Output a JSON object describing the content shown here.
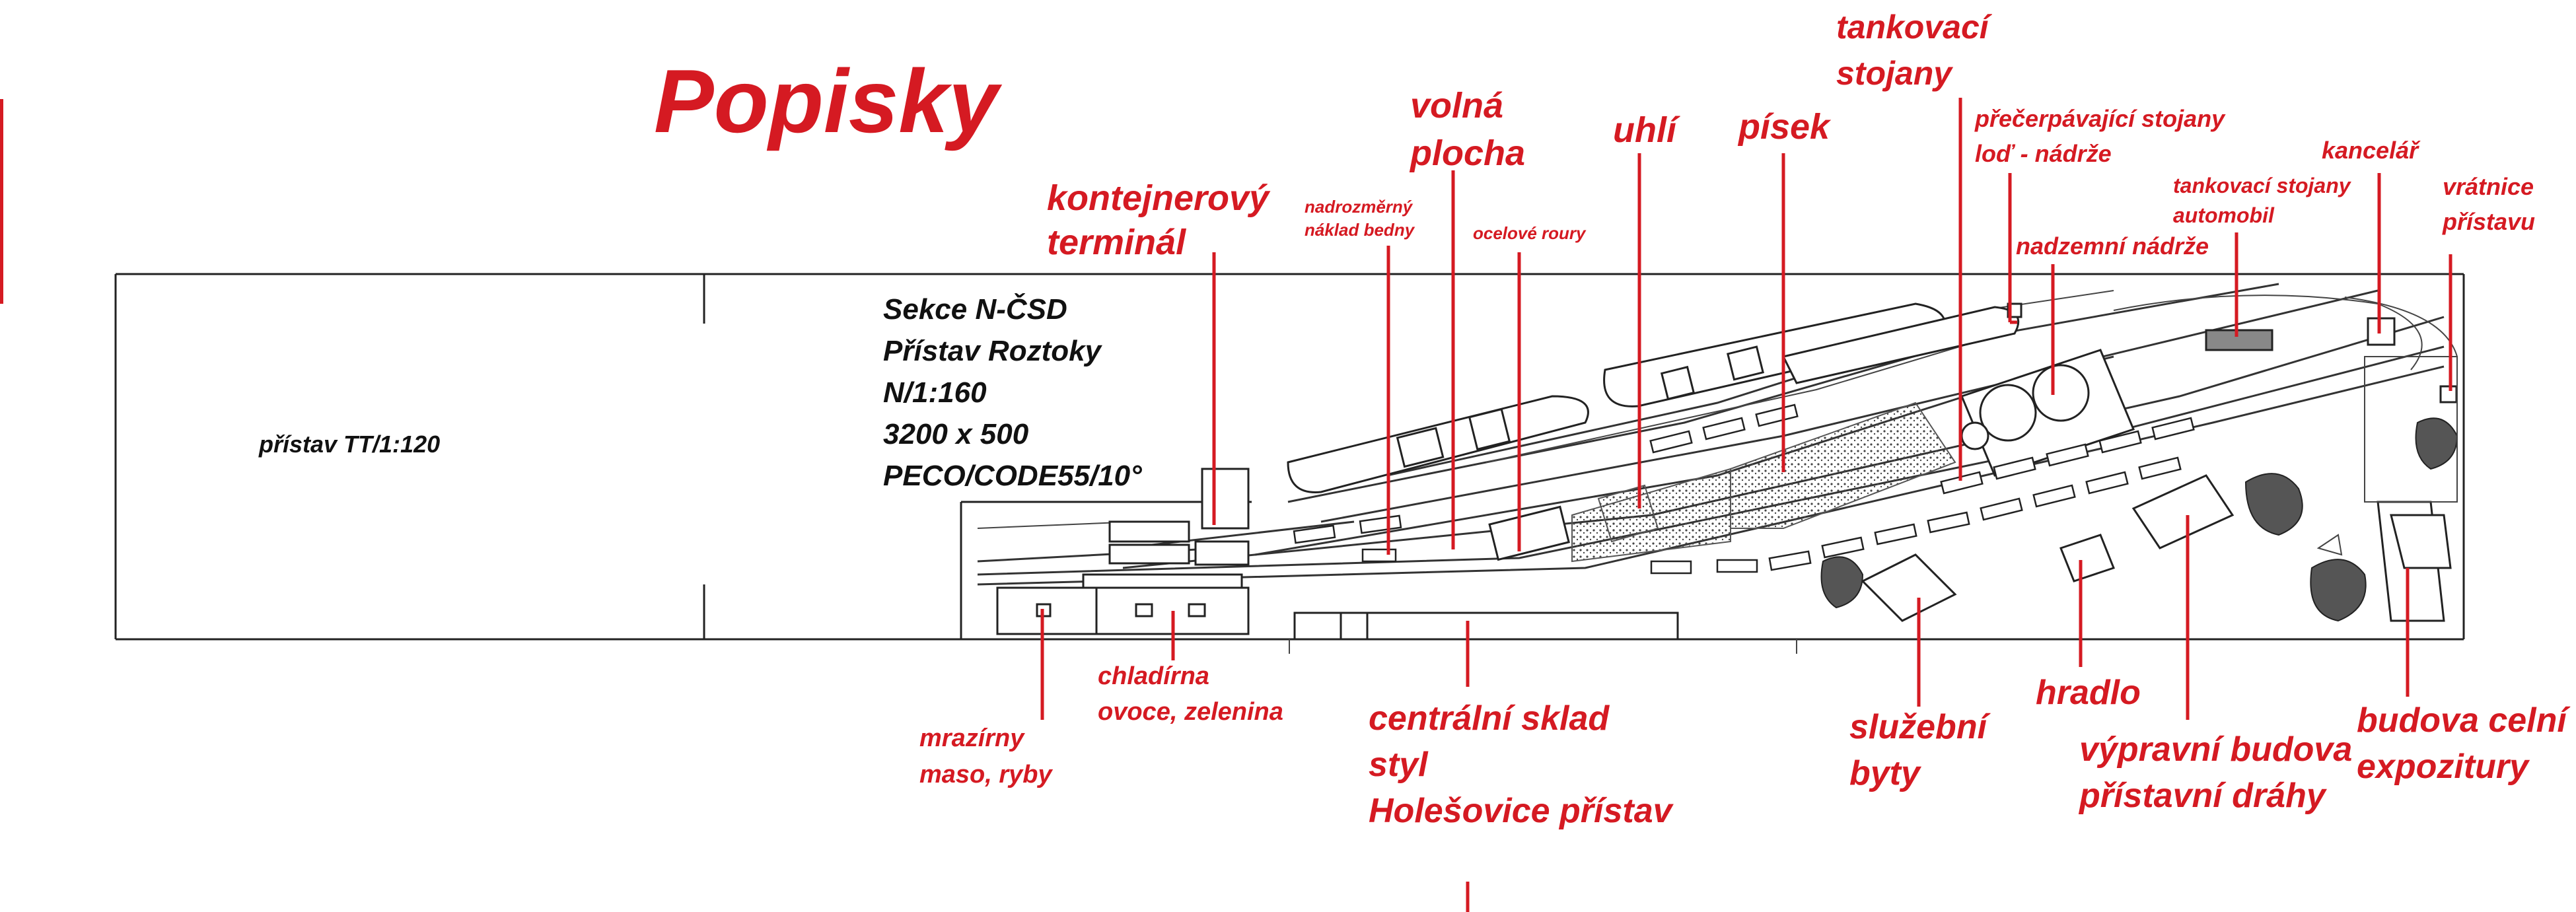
{
  "title": "Popisky",
  "section_info": {
    "line1": "Sekce N-ČSD",
    "line2": "Přístav Roztoky",
    "line3": "N/1:160",
    "line4": "3200 x 500",
    "line5": "PECO/CODE55/10°"
  },
  "left_module_label": "přístav TT/1:120",
  "labels": {
    "kontejnerovy_1": "kontejnerový",
    "kontejnerovy_2": "terminál",
    "nadrozmerny_1": "nadrozměrný",
    "nadrozmerny_2": "náklad bedny",
    "volna_1": "volná",
    "volna_2": "plocha",
    "ocelove": "ocelové roury",
    "uhli": "uhlí",
    "pisek": "písek",
    "tankovaci_1": "tankovací",
    "tankovaci_2": "stojany",
    "precerpavaci_1": "přečerpávající stojany",
    "precerpavaci_2": "loď - nádrže",
    "nadzemni": "nadzemní nádrže",
    "tank_auto_1": "tankovací stojany",
    "tank_auto_2": "automobil",
    "kancelar": "kancelář",
    "vratnice_1": "vrátnice",
    "vratnice_2": "přístavu",
    "chladirna_1": "chladírna",
    "chladirna_2": "ovoce, zelenina",
    "mrazirny_1": "mrazírny",
    "mrazirny_2": "maso, ryby",
    "centralni_1": "centrální sklad",
    "centralni_2": "styl",
    "centralni_3": "Holešovice přístav",
    "sluzebni_1": "služební",
    "sluzebni_2": "byty",
    "hradlo": "hradlo",
    "vypravni_1": "výpravní budova",
    "vypravni_2": "přístavní dráhy",
    "celni_1": "budova celní",
    "celni_2": "expozitury"
  },
  "colors": {
    "label": "#d51a22",
    "drawing": "#222222",
    "background": "#ffffff"
  }
}
